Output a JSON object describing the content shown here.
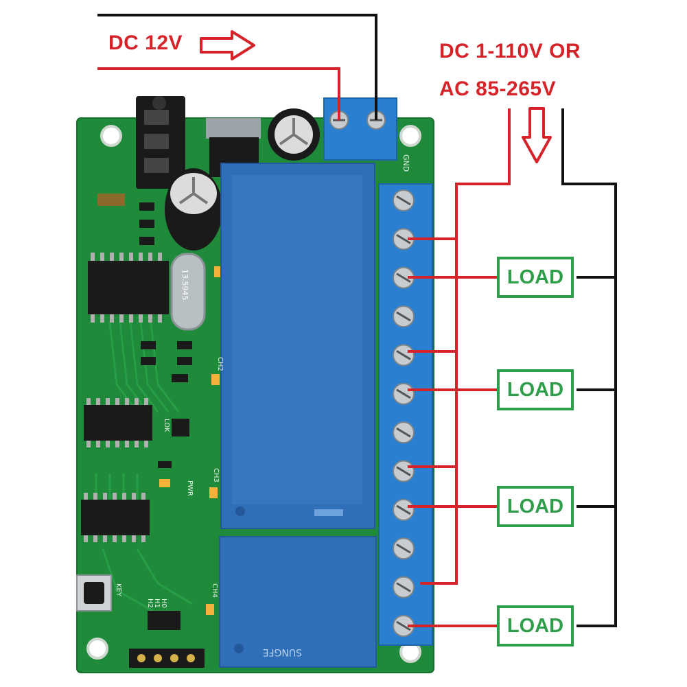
{
  "labels": {
    "dc_input": "DC 12V",
    "load_supply_line1": "DC 1-110V OR",
    "load_supply_line2": "AC 85-265V"
  },
  "board": {
    "silkscreen": {
      "gnd": "GND",
      "key": "KEY",
      "pwr": "PWR",
      "ch2": "CH2",
      "ch3": "CH3",
      "ch4": "CH4",
      "lok": "LOK",
      "h0": "H0",
      "h1": "H1",
      "h2": "H2",
      "crystal": "13.5945",
      "relay_brand": "SUNGFE"
    },
    "terminal_count": 12
  },
  "loads": [
    "LOAD",
    "LOAD",
    "LOAD",
    "LOAD"
  ],
  "colors": {
    "label_red": "#d6232a",
    "wire_red": "#d6232a",
    "wire_black": "#111111",
    "load_green": "#2f9e4a",
    "pcb_green": "#1f8a3a",
    "relay_blue": "#2f6fb8",
    "terminal_blue": "#2a7fd0"
  }
}
